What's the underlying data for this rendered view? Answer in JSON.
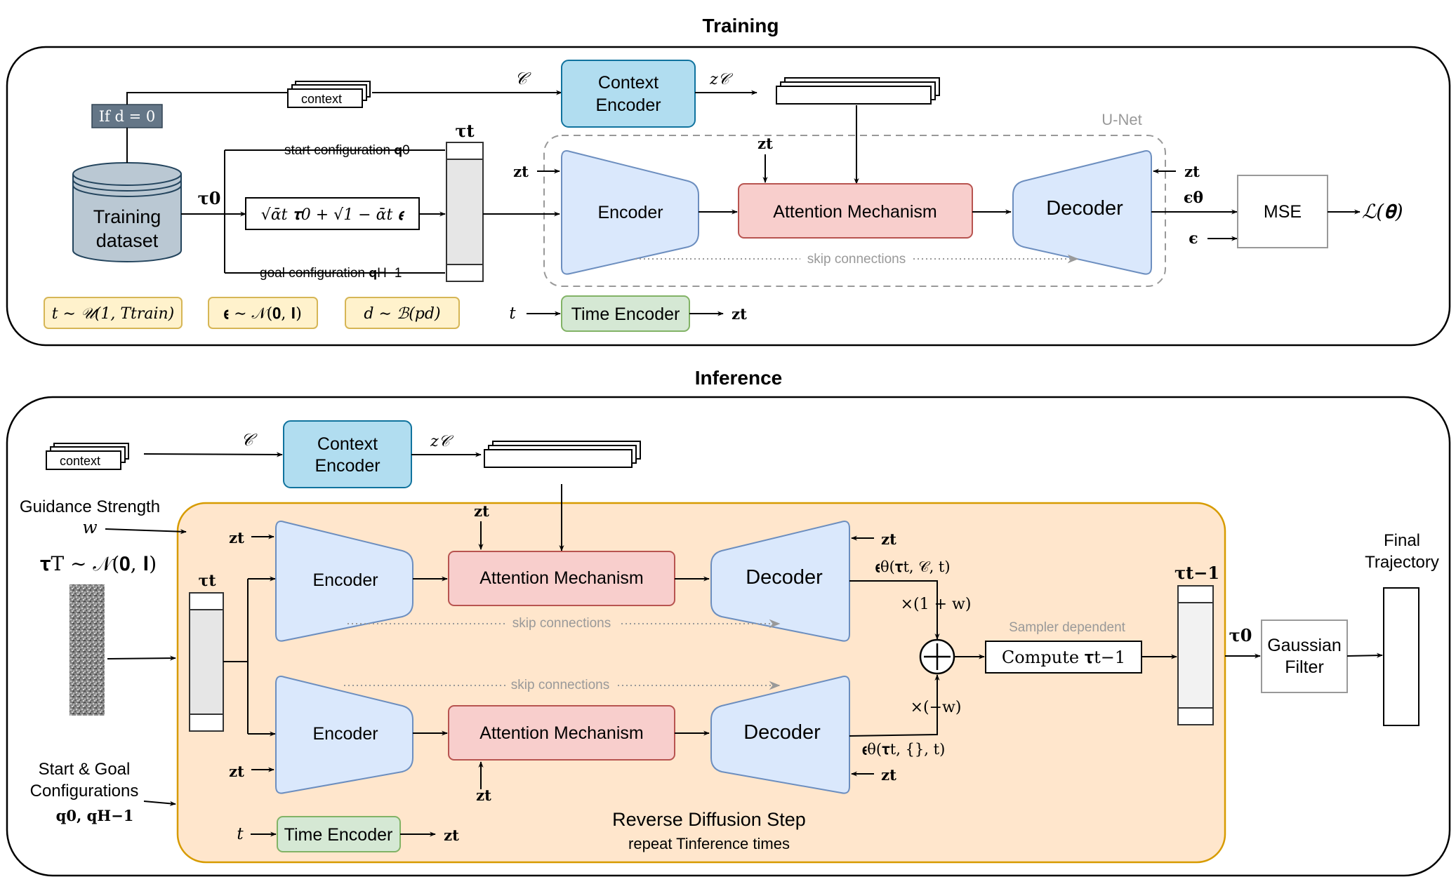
{
  "sections": {
    "training": {
      "title": "Training"
    },
    "inference": {
      "title": "Inference"
    }
  },
  "training": {
    "if_label": "If d = 0",
    "context_label": "context",
    "c_symbol": "𝒞",
    "context_encoder": {
      "line1": "Context",
      "line2": "Encoder"
    },
    "zc_label": "z𝒞",
    "unet_label": "U-Net",
    "zt": "𝐳t",
    "training_dataset": {
      "line1": "Training",
      "line2": "dataset"
    },
    "tau0": "𝛕0",
    "start_config": "start configuration 𝐪0",
    "noise_formula": "√ᾱt 𝛕0 + √1 − ᾱt 𝛜",
    "goal_config": "goal configuration  𝐪H−1",
    "tau_t": "𝛕t",
    "encoder": "Encoder",
    "attention": "Attention Mechanism",
    "decoder": "Decoder",
    "skip": "skip connections",
    "eps_theta": "𝛜θ",
    "eps": "𝛜",
    "mse": "MSE",
    "loss": "ℒ(𝛉)",
    "t_label": "t",
    "time_encoder": "Time Encoder",
    "dist_t": "t ∼ 𝒰(1, Ttrain)",
    "dist_eps": "𝛜 ∼ 𝒩(𝟎, 𝐈)",
    "dist_d": "d ∼ ℬ(pd)"
  },
  "inference": {
    "context_label": "context",
    "c_symbol": "𝒞",
    "context_encoder": {
      "line1": "Context",
      "line2": "Encoder"
    },
    "zc_label": "z𝒞",
    "guidance": {
      "line1": "Guidance Strength",
      "line2": "w"
    },
    "tau_T": "𝛕T ∼ 𝒩(𝟎, 𝐈)",
    "tau_t": "𝛕t",
    "zt": "𝐳t",
    "encoder": "Encoder",
    "attention": "Attention Mechanism",
    "decoder": "Decoder",
    "skip": "skip connections",
    "eps_cond": "𝛜θ(𝛕t, 𝒞, t)",
    "eps_uncond": "𝛜θ(𝛕t, {}, t)",
    "mult_pos": "×(1 + w)",
    "mult_neg": "×(−w)",
    "sampler_dependent": "Sampler dependent",
    "compute": "Compute 𝛕t−1",
    "tau_t1": "𝛕t−1",
    "tau0": "𝛕0",
    "gaussian": {
      "line1": "Gaussian",
      "line2": "Filter"
    },
    "final": {
      "line1": "Final",
      "line2": "Trajectory"
    },
    "start_goal": {
      "line1": "Start & Goal",
      "line2": "Configurations",
      "line3": "𝐪0,  𝐪H−1"
    },
    "t_label": "t",
    "time_encoder": "Time Encoder",
    "reverse": {
      "line1": "Reverse Diffusion Step",
      "line2": "repeat Tinference times"
    }
  },
  "colors": {
    "context_encoder": "#b1ddf0",
    "encoder": "#dae8fc",
    "attention": "#f8cecc",
    "time_encoder": "#d5e8d4",
    "distribution": "#fff2cc",
    "reverse_step_bg": "#ffe6cc",
    "dataset": "#bac8d3",
    "if_box": "#647687"
  }
}
